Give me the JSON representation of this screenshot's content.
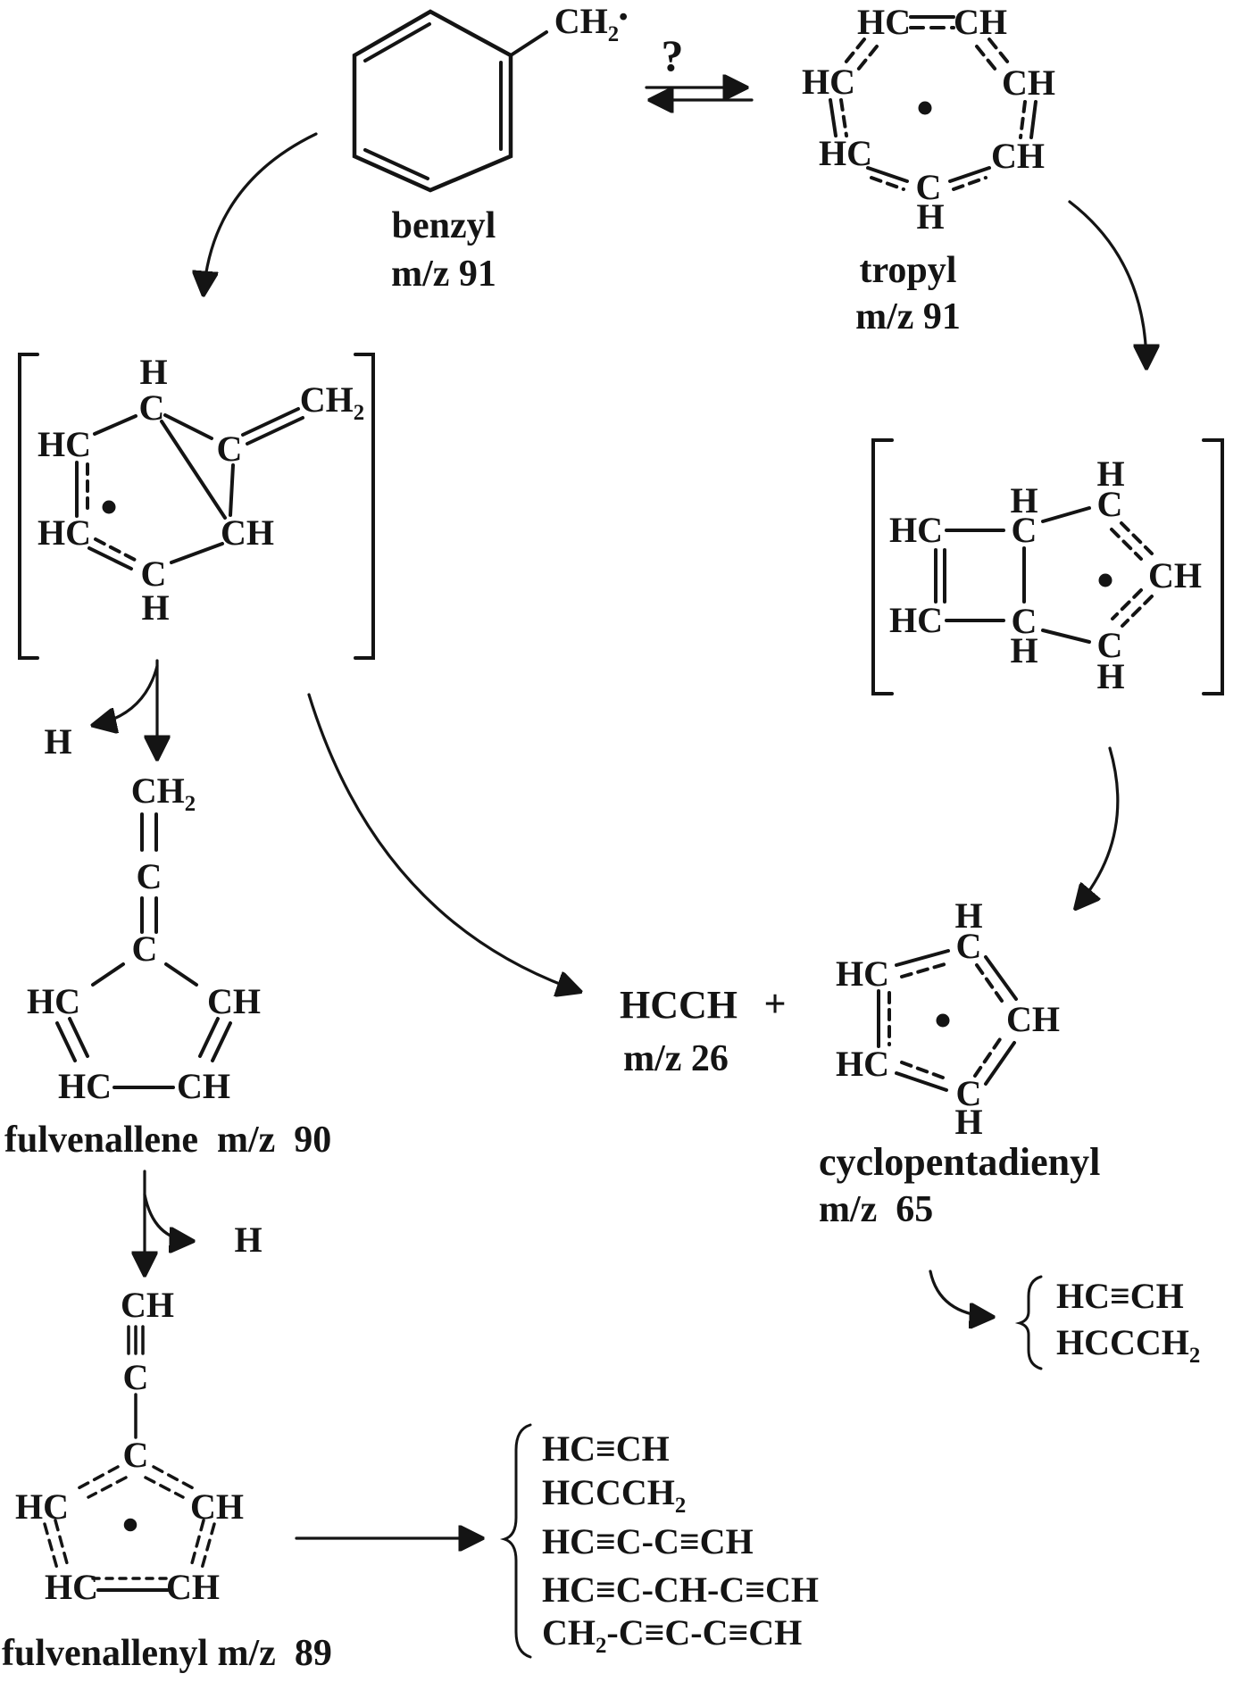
{
  "benzyl": {
    "ch2": [
      {
        "t": "CH"
      },
      {
        "t": "2",
        "sub": true
      },
      {
        "t": "•",
        "sup": true
      }
    ],
    "label": "benzyl",
    "mz": "m/z 91"
  },
  "equilibrium": {
    "question": "?"
  },
  "tropyl": {
    "hc_tl": "HC",
    "ch_tr": "CH",
    "hc_l": "HC",
    "ch_r": "CH",
    "hc_ll": "HC",
    "ch_lr": "CH",
    "c_b": "C",
    "h_b": "H",
    "label": "tropyl",
    "mz": "m/z 91"
  },
  "intermediate_left": {
    "h_top": "H",
    "c_top": "C",
    "hc_l": "HC",
    "c_r": "C",
    "ch2": [
      {
        "t": "CH"
      },
      {
        "t": "2",
        "sub": true
      }
    ],
    "ch_lr": "CH",
    "hc_ll": "HC",
    "c_b": "C",
    "h_b": "H"
  },
  "h_atom_1": "H",
  "fulvenallene": {
    "ch2": [
      {
        "t": "CH"
      },
      {
        "t": "2",
        "sub": true
      }
    ],
    "c_allene": "C",
    "c_ring": "C",
    "hc_ul": "HC",
    "ch_ur": "CH",
    "hc_bl": "HC",
    "ch_br": "CH",
    "label": "fulvenallene  m/z  90"
  },
  "h_atom_2": "H",
  "fulvenallenyl": {
    "ch_top": "CH",
    "c_mid": "C",
    "c_ring": "C",
    "hc_l": "HC",
    "ch_r": "CH",
    "hc_bl": "HC",
    "ch_br": "CH",
    "label": "fulvenallenyl m/z  89"
  },
  "acetylene": {
    "formula": "HCCH",
    "plus": "+",
    "mz": "m/z 26"
  },
  "intermediate_right": {
    "hc_tl": "HC",
    "h_tm": "H",
    "c_tm": "C",
    "h_tr": "H",
    "c_tr": "C",
    "ch_r": "CH",
    "hc_bl": "HC",
    "c_bm": "C",
    "h_bm": "H",
    "c_br": "C",
    "h_br": "H"
  },
  "cyclopentadienyl": {
    "h_t": "H",
    "c_t": "C",
    "hc_ul": "HC",
    "ch_r": "CH",
    "hc_ll": "HC",
    "c_b": "C",
    "h_b": "H",
    "label": "cyclopentadienyl",
    "mz": "m/z  65"
  },
  "cp_products": {
    "line1": [
      {
        "t": "HC≡CH"
      }
    ],
    "line2": [
      {
        "t": "HCCCH"
      },
      {
        "t": "2",
        "sub": true
      }
    ]
  },
  "final_products": {
    "line1": [
      {
        "t": "HC≡CH"
      }
    ],
    "line2": [
      {
        "t": "HCCCH"
      },
      {
        "t": "2",
        "sub": true
      }
    ],
    "line3": [
      {
        "t": "HC≡C-C≡CH"
      }
    ],
    "line4": [
      {
        "t": "HC≡C-CH-C≡CH"
      }
    ],
    "line5": [
      {
        "t": "CH"
      },
      {
        "t": "2",
        "sub": true
      },
      {
        "t": "-C≡C-C≡CH"
      }
    ]
  }
}
